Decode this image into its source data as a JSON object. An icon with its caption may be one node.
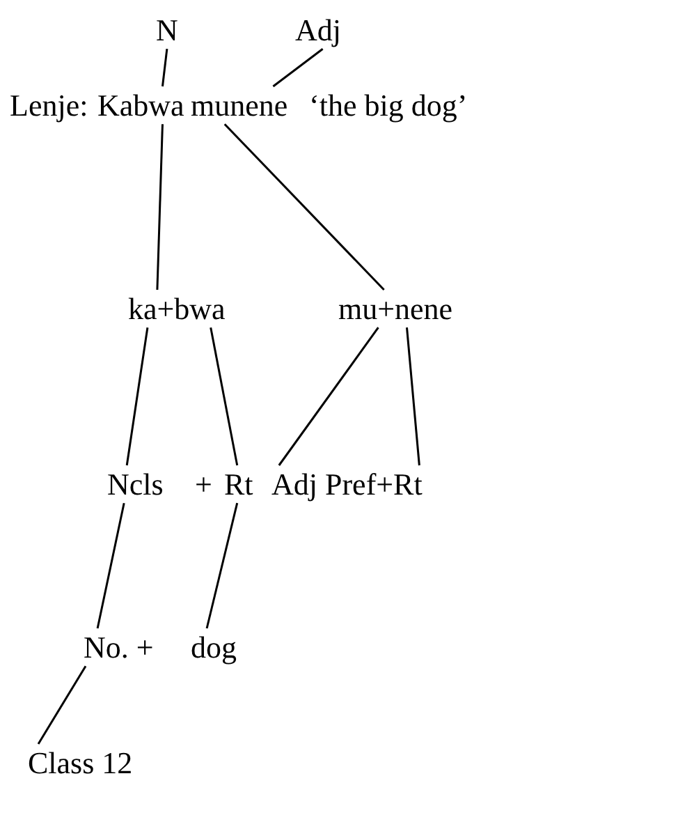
{
  "diagram": {
    "nodes": [
      {
        "text": [
          "N"
        ]
      },
      {
        "text": [
          "Adj"
        ]
      },
      {
        "text": [
          "Kabwa"
        ]
      },
      {
        "text": [
          "munene"
        ]
      },
      {
        "text": [
          "ka+bwa"
        ]
      },
      {
        "text": [
          "mu+nene"
        ]
      },
      {
        "text": [
          "Ncls"
        ]
      },
      {
        "text": [
          "Rt"
        ]
      },
      {
        "text": [
          "Adj Pref+Rt"
        ]
      },
      {
        "text": [
          "No. +"
        ]
      },
      {
        "text": [
          "dog"
        ]
      },
      {
        "text": [
          "Class 12"
        ]
      }
    ],
    "edges": [
      {
        "from": 0,
        "to": 2,
        "arrow": "none"
      },
      {
        "from": 1,
        "to": 3,
        "arrow": "none"
      },
      {
        "from": 2,
        "to": 4,
        "arrow": "none"
      },
      {
        "from": 3,
        "to": 5,
        "arrow": "none"
      },
      {
        "from": 4,
        "to": 6,
        "arrow": "none"
      },
      {
        "from": 4,
        "to": 7,
        "arrow": "none"
      },
      {
        "from": 5,
        "to": 8,
        "arrow": "none"
      },
      {
        "from": 5,
        "to": 8,
        "arrow": "none"
      },
      {
        "from": 6,
        "to": 9,
        "arrow": "none"
      },
      {
        "from": 7,
        "to": 10,
        "arrow": "none"
      },
      {
        "from": 9,
        "to": 11,
        "arrow": "none"
      }
    ],
    "labels": [
      "Lenje:",
      "‘the big dog’",
      "+"
    ]
  }
}
